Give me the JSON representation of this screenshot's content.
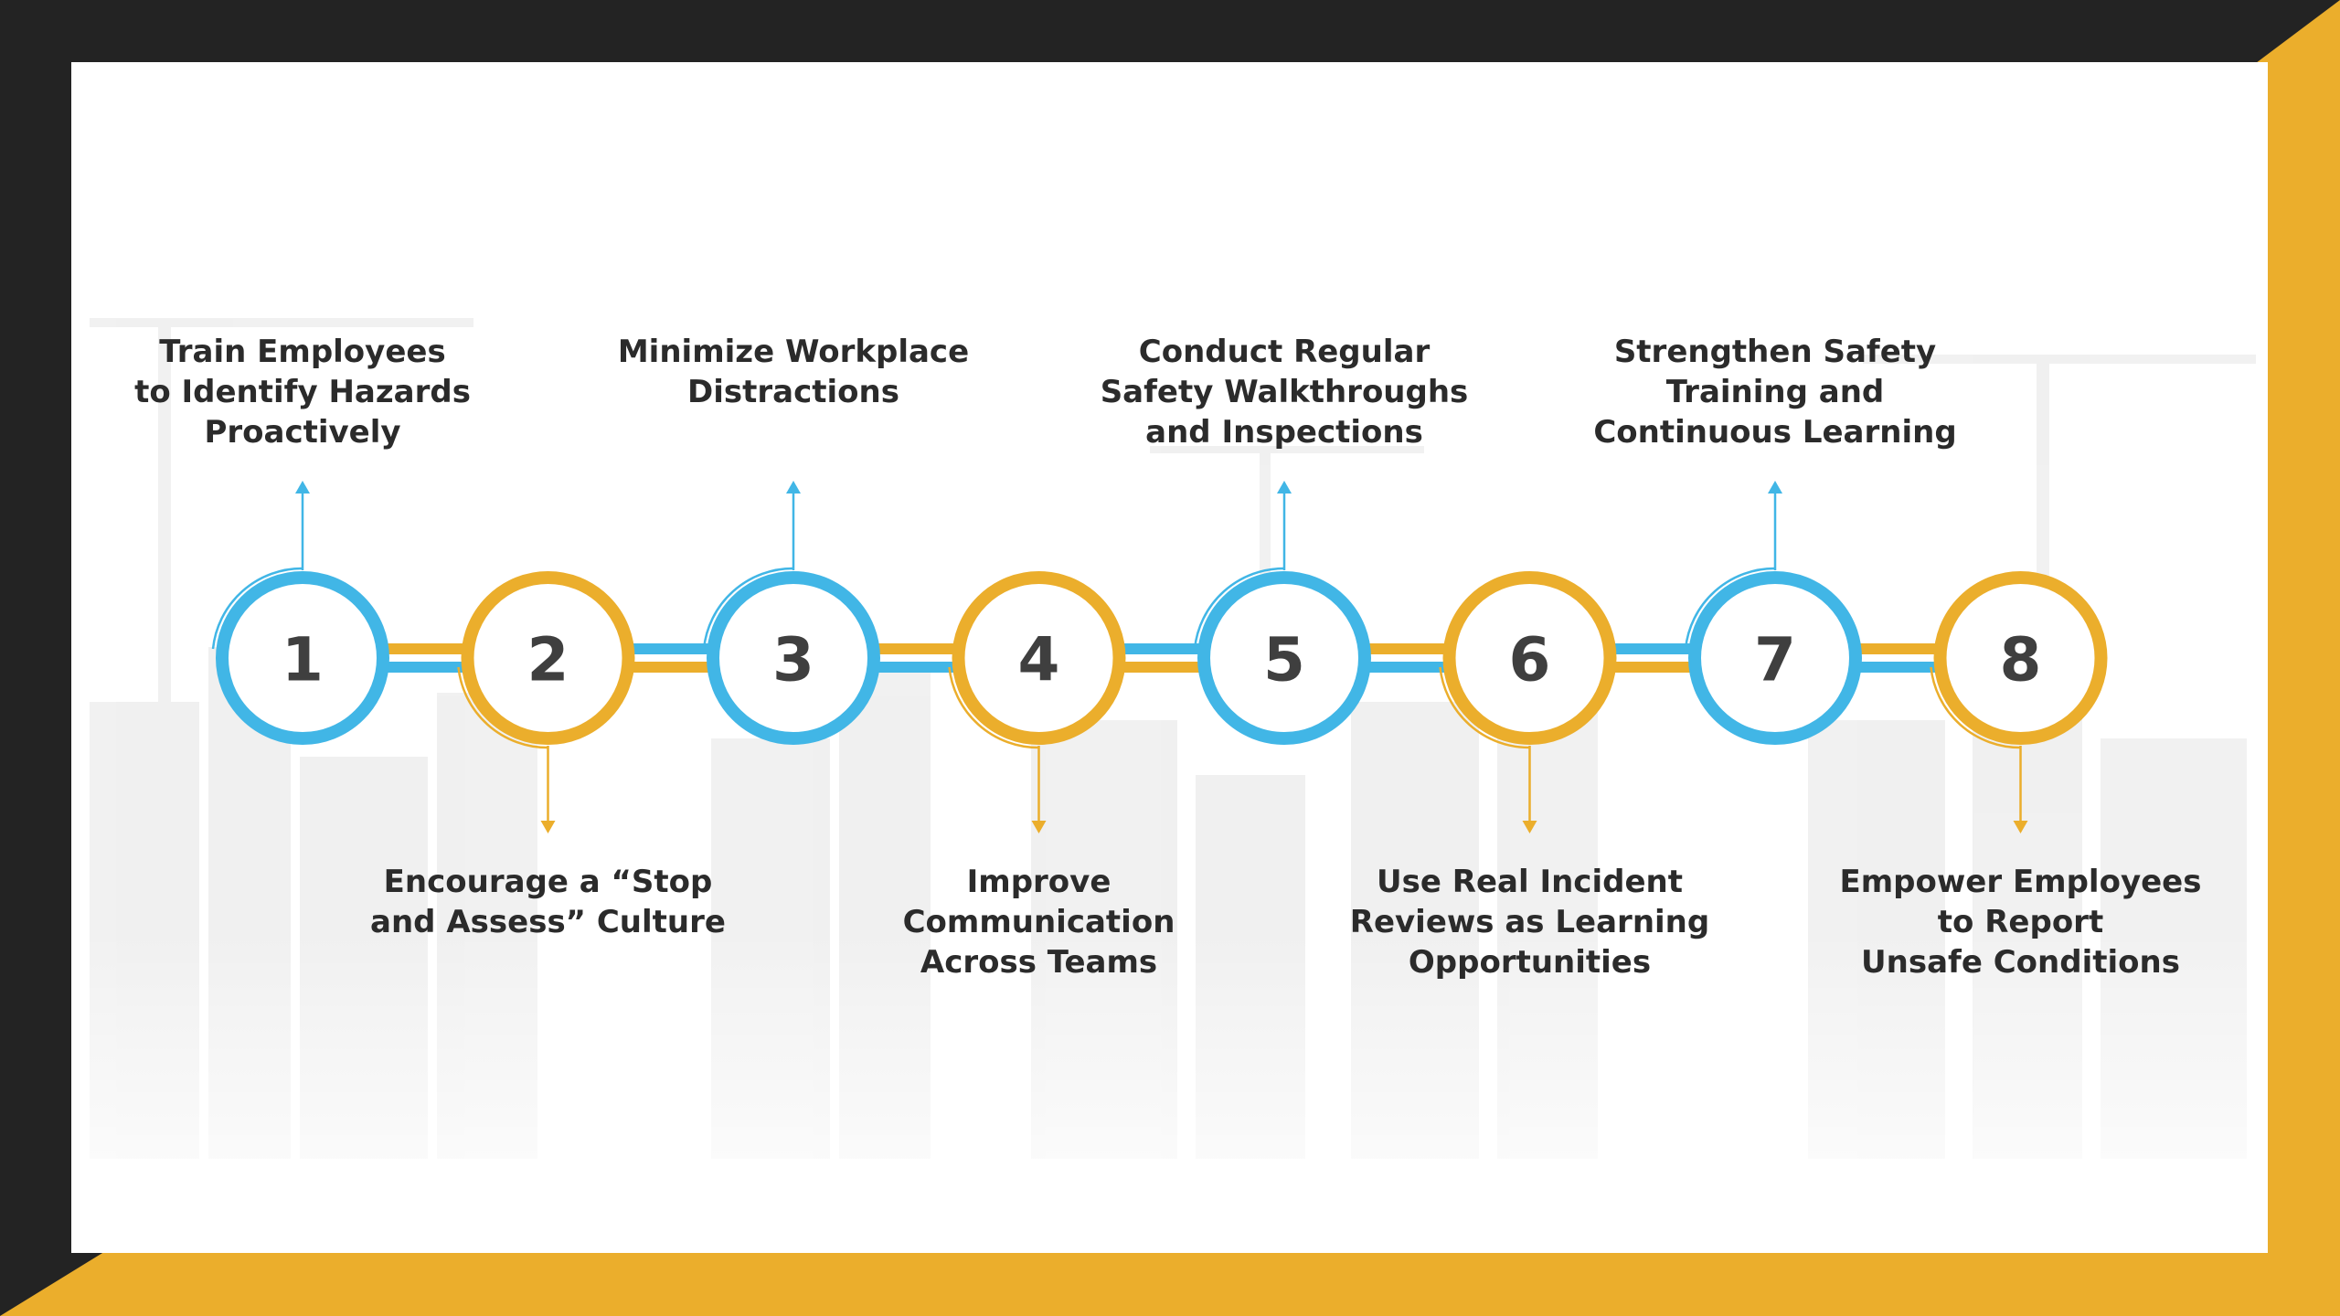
{
  "colors": {
    "blue": "#41B6E6",
    "gold": "#EBAE2C",
    "dark": "#232323",
    "text": "#2b2b2b"
  },
  "steps": [
    {
      "number": "1",
      "label": "Train Employees\nto Identify Hazards\nProactively",
      "position": "above",
      "color": "blue"
    },
    {
      "number": "2",
      "label": "Encourage a “Stop\nand Assess” Culture",
      "position": "below",
      "color": "gold"
    },
    {
      "number": "3",
      "label": "Minimize Workplace\nDistractions",
      "position": "above",
      "color": "blue"
    },
    {
      "number": "4",
      "label": "Improve Communication\nAcross Teams",
      "position": "below",
      "color": "gold"
    },
    {
      "number": "5",
      "label": "Conduct Regular\nSafety Walkthroughs\nand Inspections",
      "position": "above",
      "color": "blue"
    },
    {
      "number": "6",
      "label": "Use Real Incident\nReviews as Learning\nOpportunities",
      "position": "below",
      "color": "gold"
    },
    {
      "number": "7",
      "label": "Strengthen Safety\nTraining and\nContinuous Learning",
      "position": "above",
      "color": "blue"
    },
    {
      "number": "8",
      "label": "Empower Employees\nto Report\nUnsafe Conditions",
      "position": "below",
      "color": "gold"
    }
  ]
}
